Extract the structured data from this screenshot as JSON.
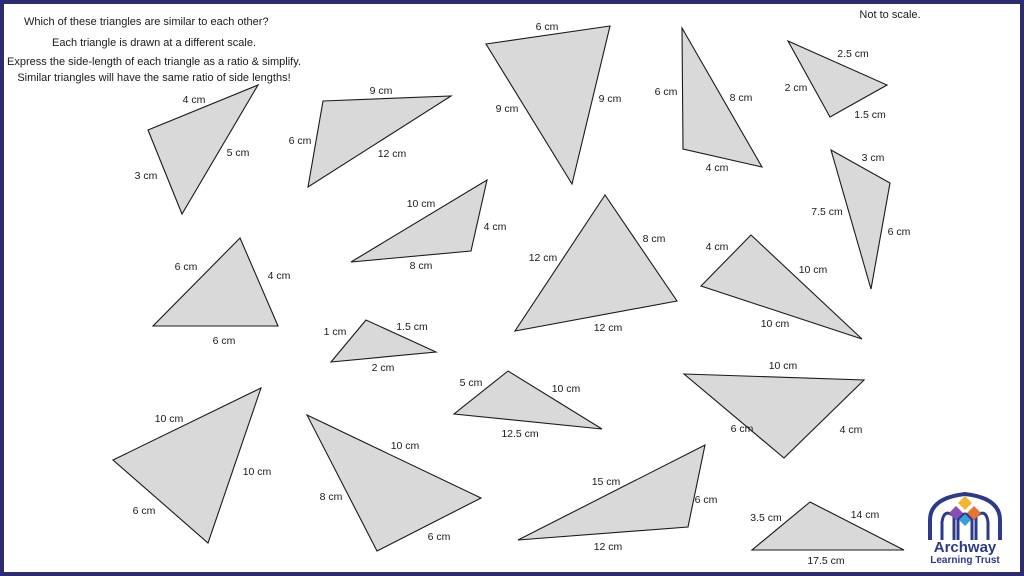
{
  "slide": {
    "question": "Which of these triangles are similar to each other?",
    "scale_note": "Each triangle is drawn at a different scale.",
    "instruction_1": "Express the side-length of each triangle as a ratio & simplify.",
    "instruction_2": "Similar triangles will have the same ratio of side lengths!",
    "not_to_scale": "Not to scale."
  },
  "logo": {
    "line1": "Archway",
    "line2": "Learning Trust"
  },
  "triangles": [
    {
      "labels": [
        "4 cm",
        "5 cm",
        "3 cm"
      ]
    },
    {
      "labels": [
        "9 cm",
        "12 cm",
        "6 cm"
      ]
    },
    {
      "labels": [
        "6 cm",
        "9 cm",
        "9 cm"
      ]
    },
    {
      "labels": [
        "6 cm",
        "8 cm",
        "4 cm"
      ]
    },
    {
      "labels": [
        "2.5 cm",
        "2 cm",
        "1.5 cm"
      ]
    },
    {
      "labels": [
        "10 cm",
        "4 cm",
        "8 cm"
      ]
    },
    {
      "labels": [
        "3 cm",
        "7.5 cm",
        "6 cm"
      ]
    },
    {
      "labels": [
        "6 cm",
        "4 cm",
        "6 cm"
      ]
    },
    {
      "labels": [
        "8 cm",
        "12 cm",
        "12 cm"
      ]
    },
    {
      "labels": [
        "4 cm",
        "10 cm",
        "10 cm"
      ]
    },
    {
      "labels": [
        "1 cm",
        "1.5 cm",
        "2 cm"
      ]
    },
    {
      "labels": [
        "10 cm",
        "6 cm",
        "4 cm"
      ]
    },
    {
      "labels": [
        "5 cm",
        "10 cm",
        "12.5 cm"
      ]
    },
    {
      "labels": [
        "10 cm",
        "10 cm",
        "6 cm"
      ]
    },
    {
      "labels": [
        "10 cm",
        "8 cm",
        "6 cm"
      ]
    },
    {
      "labels": [
        "15 cm",
        "6 cm",
        "12 cm"
      ]
    },
    {
      "labels": [
        "3.5 cm",
        "14 cm",
        "17.5 cm"
      ]
    }
  ]
}
